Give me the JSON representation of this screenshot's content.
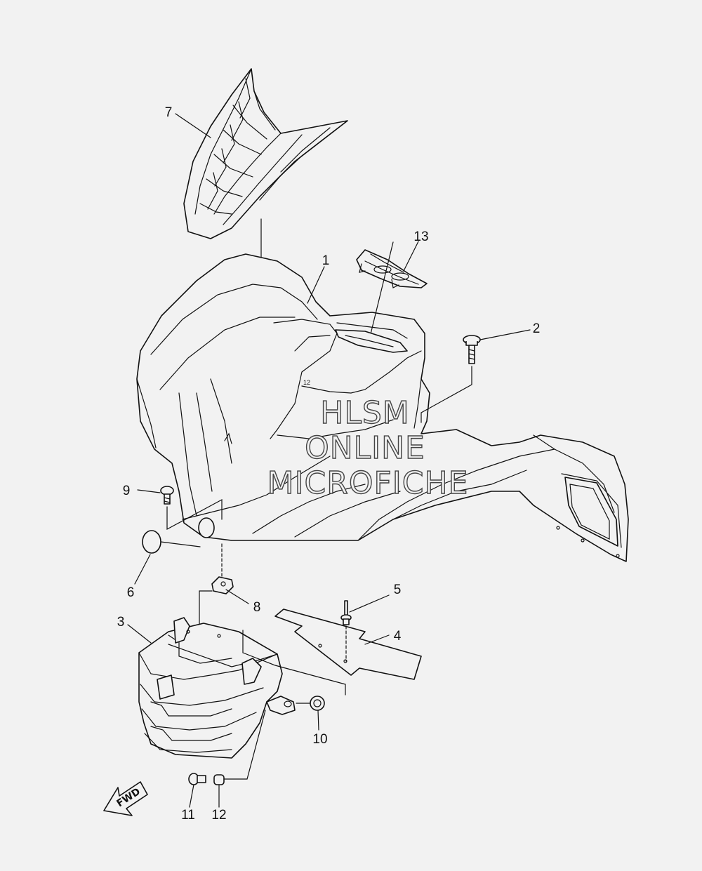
{
  "callouts": [
    {
      "id": "1",
      "label": "1"
    },
    {
      "id": "2",
      "label": "2"
    },
    {
      "id": "3",
      "label": "3"
    },
    {
      "id": "4",
      "label": "4"
    },
    {
      "id": "5",
      "label": "5"
    },
    {
      "id": "6",
      "label": "6"
    },
    {
      "id": "7",
      "label": "7"
    },
    {
      "id": "8",
      "label": "8"
    },
    {
      "id": "9",
      "label": "9"
    },
    {
      "id": "10",
      "label": "10"
    },
    {
      "id": "11",
      "label": "11"
    },
    {
      "id": "12",
      "label": "12"
    },
    {
      "id": "13",
      "label": "13"
    }
  ],
  "watermark": {
    "line1": "HLSM",
    "line2": "ONLINE",
    "line3": "MICROFICHE"
  },
  "direction_arrow": {
    "text": "FWD",
    "icon": "fwd-arrow-icon"
  },
  "colors": {
    "background": "#f2f2f2",
    "ink": "#111111"
  }
}
